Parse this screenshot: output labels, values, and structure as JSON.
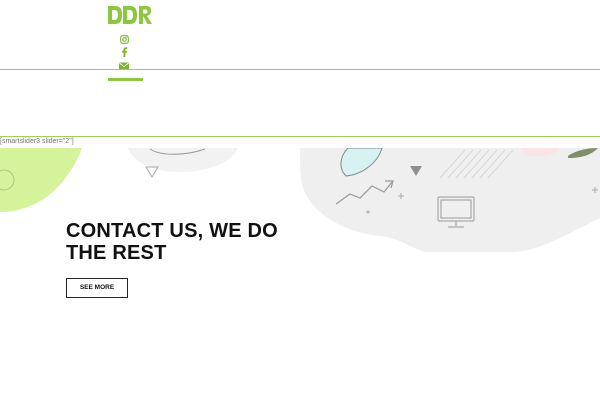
{
  "header": {
    "logo_text": "DDR",
    "social": [
      {
        "icon": "instagram-icon"
      },
      {
        "icon": "facebook-icon"
      },
      {
        "icon": "envelope-icon"
      }
    ]
  },
  "shortcode_text": "[smartslider3 slider=\"2\"]",
  "hero": {
    "title": "CONTACT US, WE DO THE REST",
    "button_label": "SEE MORE"
  },
  "colors": {
    "brand_green": "#8dc63f",
    "rule_green": "#9fcf5a",
    "text_dark": "#111111"
  }
}
